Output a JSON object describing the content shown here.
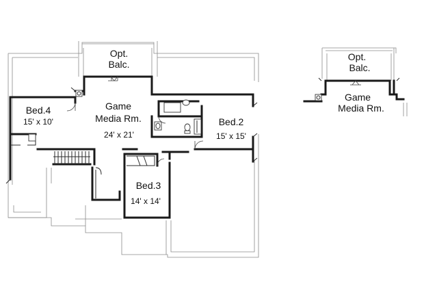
{
  "rooms": {
    "opt_balcony": {
      "line1": "Opt.",
      "line2": "Balc."
    },
    "game_media": {
      "line1": "Game",
      "line2": "Media Rm.",
      "dims": "24' x 21'"
    },
    "bed4": {
      "name": "Bed.4",
      "dims": "15' x 10'"
    },
    "bed2": {
      "name": "Bed.2",
      "dims": "15' x 15'"
    },
    "bed3": {
      "name": "Bed.3",
      "dims": "14' x 14'"
    }
  },
  "inset": {
    "opt_balcony": {
      "line1": "Opt.",
      "line2": "Balc."
    },
    "game_media": {
      "line1": "Game",
      "line2": "Media Rm."
    }
  }
}
